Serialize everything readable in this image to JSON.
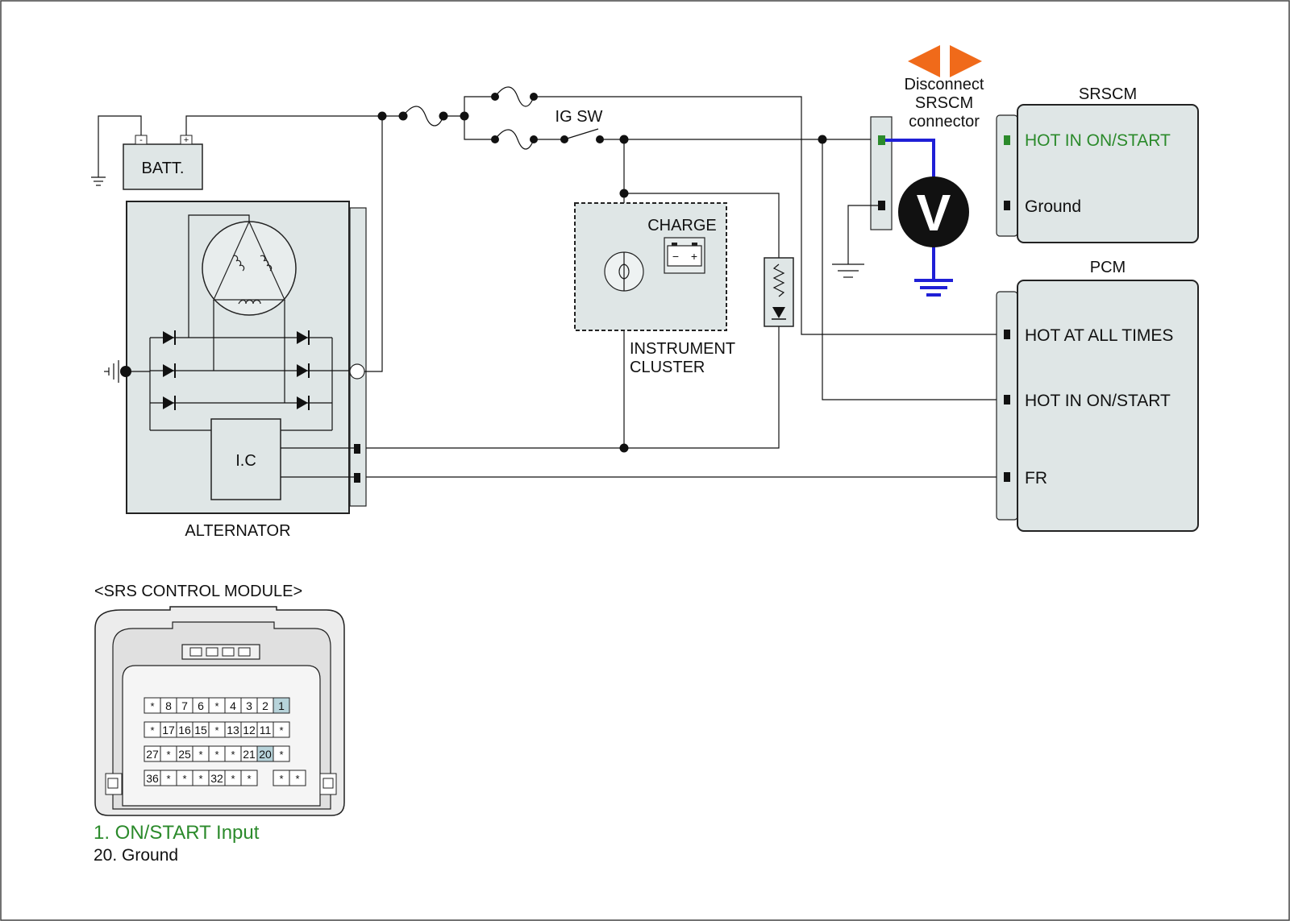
{
  "labels": {
    "batt": "BATT.",
    "batt_neg": "-",
    "batt_pos": "+",
    "ig_sw": "IG SW",
    "alternator": "ALTERNATOR",
    "ic": "I.C",
    "charge": "CHARGE",
    "instrument_cluster_1": "INSTRUMENT",
    "instrument_cluster_2": "CLUSTER",
    "disconnect_1": "Disconnect",
    "disconnect_2": "SRSCM",
    "disconnect_3": "connector",
    "voltmeter": "V",
    "srscm_title": "SRSCM",
    "srscm_hot": "HOT IN ON/START",
    "srscm_ground": "Ground",
    "pcm_title": "PCM",
    "pcm_hot_always": "HOT AT ALL TIMES",
    "pcm_hot_on": "HOT IN ON/START",
    "pcm_fr": "FR",
    "module_title": "<SRS CONTROL MODULE>",
    "legend_1": "1. ON/START Input",
    "legend_2": "20. Ground"
  },
  "connector_pins": [
    [
      "*",
      "8",
      "7",
      "6",
      "*",
      "4",
      "3",
      "2",
      "1"
    ],
    [
      "*",
      "17",
      "16",
      "15",
      "*",
      "13",
      "12",
      "11",
      "*"
    ],
    [
      "27",
      "*",
      "25",
      "*",
      "*",
      "*",
      "21",
      "20",
      "*"
    ],
    [
      "36",
      "*",
      "*",
      "*",
      "32",
      "*",
      "*",
      "",
      "*",
      "*"
    ]
  ],
  "highlighted_pins": [
    "1",
    "20"
  ],
  "colors": {
    "wire": "#111111",
    "probe_wire": "#1f1fd6",
    "highlight_text": "#2b8a2b",
    "arrow": "#f06a1a",
    "panel_fill": "#dfe6e6",
    "pin_highlight": "#b7d3da"
  }
}
